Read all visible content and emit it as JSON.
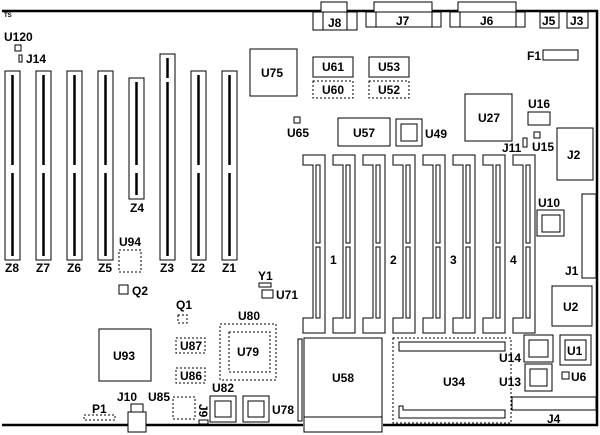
{
  "diagram": {
    "corner_mark": "TS",
    "colors": {
      "line": "#000000",
      "background": "#ffffff"
    },
    "isa_slots": [
      "Z8",
      "Z7",
      "Z6",
      "Z5",
      "Z4",
      "Z3",
      "Z2",
      "Z1"
    ],
    "memory_banks": [
      "1",
      "2",
      "3",
      "4"
    ],
    "connectors": {
      "J1": "J1",
      "J2": "J2",
      "J3": "J3",
      "J4": "J4",
      "J5": "J5",
      "J6": "J6",
      "J7": "J7",
      "J8": "J8",
      "J9": "J9",
      "J10": "J10",
      "J11": "J11",
      "J14": "J14",
      "P1": "P1",
      "F1": "F1"
    },
    "chips": {
      "U1": "U1",
      "U2": "U2",
      "U6": "U6",
      "U10": "U10",
      "U13": "U13",
      "U14": "U14",
      "U15": "U15",
      "U16": "U16",
      "U27": "U27",
      "U34": "U34",
      "U49": "U49",
      "U52": "U52",
      "U53": "U53",
      "U57": "U57",
      "U58": "U58",
      "U60": "U60",
      "U61": "U61",
      "U65": "U65",
      "U71": "U71",
      "U75": "U75",
      "U78": "U78",
      "U79": "U79",
      "U80": "U80",
      "U82": "U82",
      "U85": "U85",
      "U86": "U86",
      "U87": "U87",
      "U93": "U93",
      "U94": "U94",
      "U120": "U120"
    },
    "other": {
      "Q1": "Q1",
      "Q2": "Q2",
      "Y1": "Y1"
    }
  }
}
